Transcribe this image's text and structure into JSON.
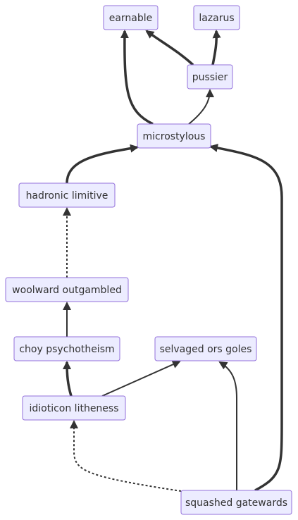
{
  "diagram": {
    "type": "flowchart",
    "colors": {
      "node_fill": "#ECECFF",
      "node_stroke": "#9370DB",
      "edge": "#333333",
      "text": "#333333",
      "background": "#FFFFFF"
    },
    "nodes": [
      {
        "id": "earnable",
        "label": "earnable"
      },
      {
        "id": "lazarus",
        "label": "lazarus"
      },
      {
        "id": "pussier",
        "label": "pussier"
      },
      {
        "id": "microstylous",
        "label": "microstylous"
      },
      {
        "id": "hadronic",
        "label": "hadronic limitive"
      },
      {
        "id": "woolward",
        "label": "woolward outgambled"
      },
      {
        "id": "choy",
        "label": "choy psychotheism"
      },
      {
        "id": "selvaged",
        "label": "selvaged ors goles"
      },
      {
        "id": "idioticon",
        "label": "idioticon litheness"
      },
      {
        "id": "squashed",
        "label": "squashed gatewards"
      }
    ],
    "edges": [
      {
        "from": "microstylous",
        "to": "earnable",
        "style": "thick"
      },
      {
        "from": "pussier",
        "to": "earnable",
        "style": "thick"
      },
      {
        "from": "pussier",
        "to": "lazarus",
        "style": "thick"
      },
      {
        "from": "microstylous",
        "to": "pussier",
        "style": "normal"
      },
      {
        "from": "hadronic",
        "to": "microstylous",
        "style": "thick"
      },
      {
        "from": "squashed",
        "to": "microstylous",
        "style": "thick"
      },
      {
        "from": "woolward",
        "to": "hadronic",
        "style": "dotted"
      },
      {
        "from": "choy",
        "to": "woolward",
        "style": "normal"
      },
      {
        "from": "idioticon",
        "to": "choy",
        "style": "thick"
      },
      {
        "from": "idioticon",
        "to": "selvaged",
        "style": "normal"
      },
      {
        "from": "squashed",
        "to": "selvaged",
        "style": "normal"
      },
      {
        "from": "squashed",
        "to": "idioticon",
        "style": "dotted"
      }
    ]
  }
}
